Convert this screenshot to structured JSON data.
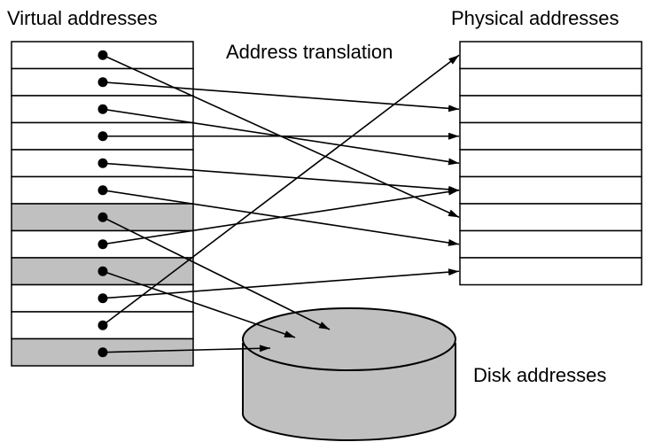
{
  "labels": {
    "virtual": "Virtual addresses",
    "physical": "Physical addresses",
    "translation": "Address translation",
    "disk": "Disk addresses"
  },
  "colors": {
    "stroke": "#000000",
    "unmapped_fill": "#c0c0c0",
    "mapped_fill": "#ffffff",
    "disk_fill": "#c0c0c0"
  },
  "virtual_pages": [
    {
      "index": 0,
      "state": "resident",
      "maps_to": "physical",
      "target": 6
    },
    {
      "index": 1,
      "state": "resident",
      "maps_to": "physical",
      "target": 2
    },
    {
      "index": 2,
      "state": "resident",
      "maps_to": "physical",
      "target": 4
    },
    {
      "index": 3,
      "state": "resident",
      "maps_to": "physical",
      "target": 3
    },
    {
      "index": 4,
      "state": "resident",
      "maps_to": "physical",
      "target": 5
    },
    {
      "index": 5,
      "state": "resident",
      "maps_to": "physical",
      "target": 7
    },
    {
      "index": 6,
      "state": "on-disk",
      "maps_to": "disk"
    },
    {
      "index": 7,
      "state": "resident",
      "maps_to": "physical",
      "target": 5
    },
    {
      "index": 8,
      "state": "on-disk",
      "maps_to": "disk"
    },
    {
      "index": 9,
      "state": "resident",
      "maps_to": "physical",
      "target": 8
    },
    {
      "index": 10,
      "state": "resident",
      "maps_to": "physical",
      "target": 0
    },
    {
      "index": 11,
      "state": "on-disk",
      "maps_to": "disk"
    }
  ],
  "physical_frames_count": 9
}
